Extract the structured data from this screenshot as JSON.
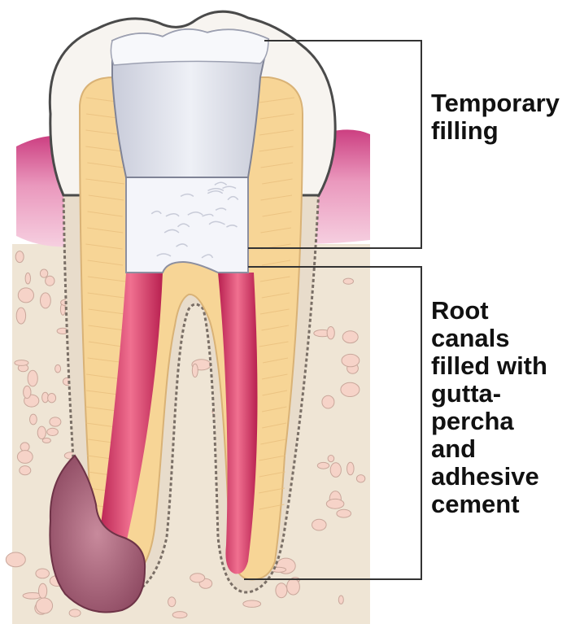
{
  "labels": {
    "temporary_filling": [
      "Temporary",
      "filling"
    ],
    "root_canals": [
      "Root",
      "canals",
      "filled with",
      "gutta-",
      "percha",
      "and",
      "adhesive",
      "cement"
    ]
  },
  "colors": {
    "bone_base": "#efe5d5",
    "bone_pore_fill": "#f6d3c8",
    "bone_pore_stroke": "#c9a79b",
    "gum": "#ea98bd",
    "gum_dark": "#cc3f81",
    "enamel": "#f7f4f0",
    "dentin": "#f7d596",
    "filling": "#e8eaf2",
    "cement": "#f4f5fa",
    "gutta_percha": "#d83a66",
    "lesion": "#a9657c",
    "outline": "#4a4a4a"
  }
}
